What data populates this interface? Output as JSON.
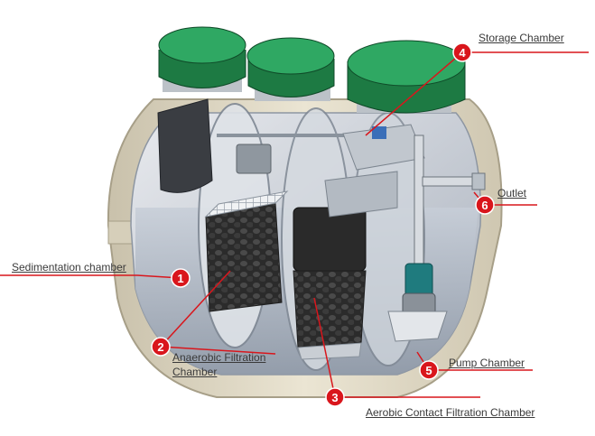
{
  "labels": {
    "storage": "Storage Chamber",
    "outlet": "Outlet",
    "sedimentation": "Sedimentation chamber",
    "anaerobic_line1": "Anaerobic Filtration",
    "anaerobic_line2": "Chamber",
    "pump": "Pump Chamber",
    "aerobic": "Aerobic Contact Filtration Chamber"
  },
  "markers": [
    "1",
    "2",
    "3",
    "4",
    "5",
    "6"
  ],
  "colors": {
    "marker": "#d9161c",
    "leader": "#d9161c",
    "lid": "#1e7a45",
    "tank_shell": "#ddd6c2",
    "water": "#b8c0cc"
  }
}
